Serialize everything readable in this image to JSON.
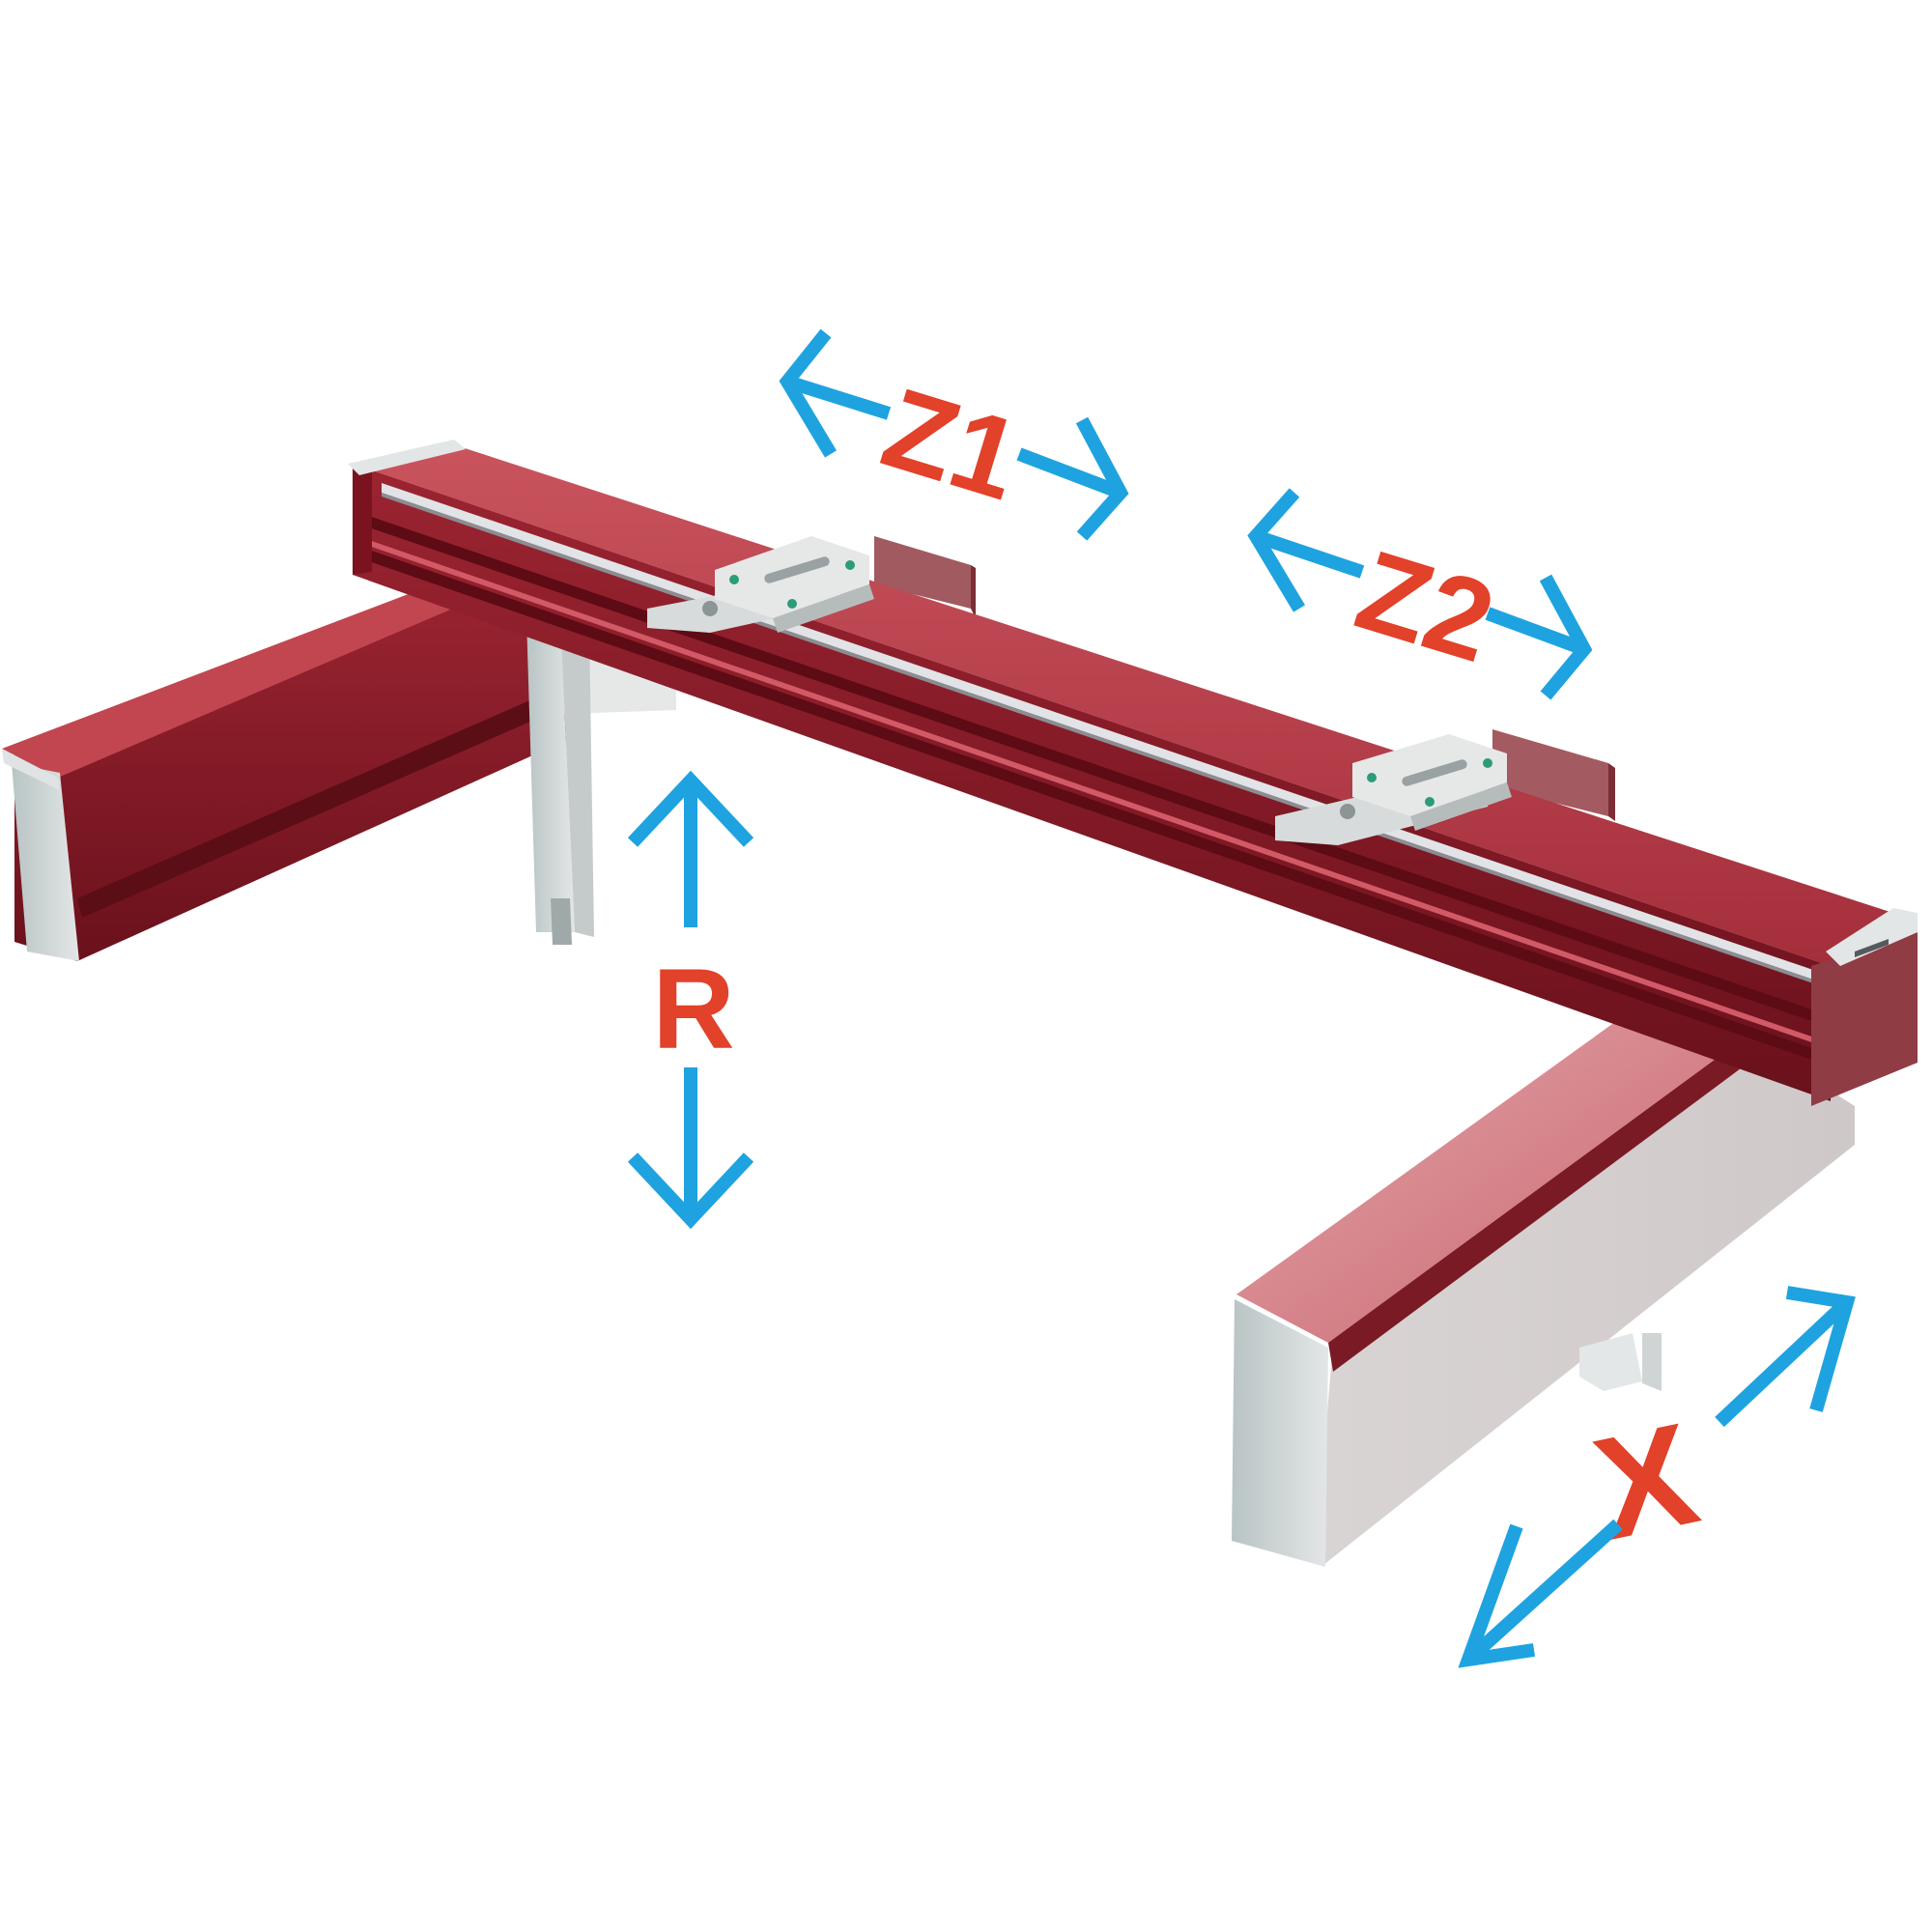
{
  "diagram": {
    "labels": {
      "z1": "Z1",
      "z2": "Z2",
      "r": "R",
      "x": "X"
    },
    "colors": {
      "label": "#e2412a",
      "arrow": "#1ea3e0",
      "beam_top": "#b43a46",
      "beam_side": "#8a1f2b",
      "beam_dark": "#6e1520",
      "beam_light": "#d9868d",
      "steel": "#c9d0d0",
      "steel_dark": "#a9b2b3",
      "rail": "#c7c9cc"
    }
  }
}
